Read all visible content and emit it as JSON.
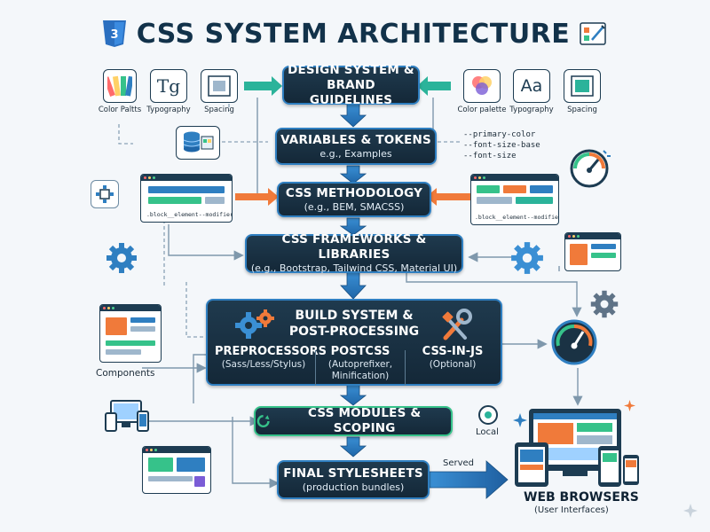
{
  "title": "CSS SYSTEM ARCHITECTURE",
  "title_icon_badge": "css3-badge-icon",
  "nodes": {
    "design": {
      "title_line1": "DESIGN SYSTEM &",
      "title_line2": "BRAND GUIDELINES"
    },
    "variables": {
      "title": "VARIABLES & TOKENS",
      "subtitle": "e.g., Examples"
    },
    "methodology": {
      "title": "CSS METHODOLOGY",
      "subtitle": "(e.g., BEM, SMACSS)"
    },
    "frameworks": {
      "title": "CSS FRAMEWORKS & LIBRARIES",
      "subtitle": "(e.g., Bootstrap, Tailwind CSS, Material UI)"
    },
    "build": {
      "title_line1": "BUILD SYSTEM &",
      "title_line2": "POST-PROCESSING",
      "columns": [
        {
          "title": "PREPROCESSORS",
          "sub_line1": "(Sass/Less/Stylus)",
          "sub_line2": ""
        },
        {
          "title": "POSTCSS",
          "sub_line1": "(Autoprefixer,",
          "sub_line2": "Minification)"
        },
        {
          "title": "CSS-IN-JS",
          "sub_line1": "(Optional)",
          "sub_line2": ""
        }
      ]
    },
    "modules": {
      "title": "CSS MODULES & SCOPING"
    },
    "final": {
      "title": "FINAL STYLESHEETS",
      "subtitle": "(production bundles)"
    }
  },
  "left_tiles": [
    {
      "caption": "Color Paltts",
      "icon": "palette-icon"
    },
    {
      "caption": "Typography",
      "glyph": "Tg",
      "icon": "typography-icon"
    },
    {
      "caption": "Spacing",
      "icon": "spacing-icon"
    }
  ],
  "right_tiles": [
    {
      "caption": "Color palette",
      "icon": "color-circles-icon"
    },
    {
      "caption": "Typography",
      "glyph": "Aa",
      "icon": "typography-icon"
    },
    {
      "caption": "Spacing",
      "icon": "spacing-icon"
    }
  ],
  "code_snippet": [
    "--primary-color",
    "--font-size-base",
    "--font-size"
  ],
  "bem_left": ".block__element--modifier",
  "bem_right": ".block__element--modifier",
  "labels": {
    "components": "Components",
    "local": "Local",
    "served": "Served",
    "browsers": "WEB BROWSERS",
    "browsers_sub": "(User Interfaces)"
  },
  "colors": {
    "node_bg": "#1a3244",
    "node_border": "#2f7fc1",
    "accent_green": "#36c28a",
    "arrow_blue": "#2a73b8",
    "arrow_teal": "#2bb39a",
    "arrow_orange": "#f07a3a",
    "connector_gray": "#8aa3b6"
  }
}
